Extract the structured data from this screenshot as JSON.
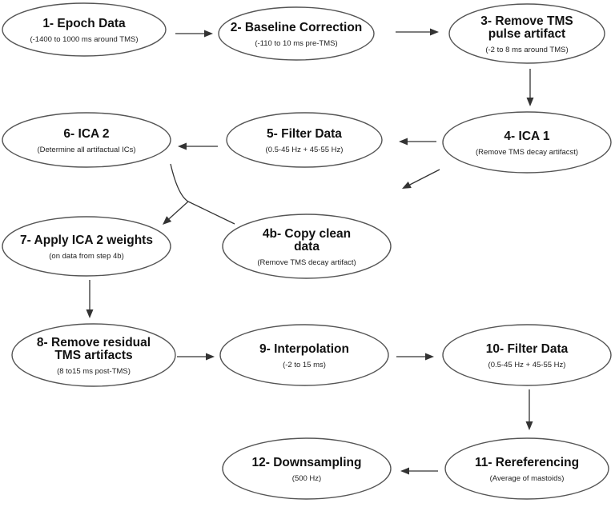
{
  "nodes": [
    {
      "id": "n1",
      "title": [
        "1- Epoch Data"
      ],
      "subtitle": "(-1400 to 1000 ms around TMS)"
    },
    {
      "id": "n2",
      "title": [
        "2- Baseline Correction"
      ],
      "subtitle": "(-110 to 10 ms pre-TMS)"
    },
    {
      "id": "n3",
      "title": [
        "3- Remove TMS",
        "pulse artifact"
      ],
      "subtitle": "(-2 to 8 ms around TMS)"
    },
    {
      "id": "n4",
      "title": [
        "4- ICA 1"
      ],
      "subtitle": "(Remove TMS decay artifacst)"
    },
    {
      "id": "n5",
      "title": [
        "5- Filter Data"
      ],
      "subtitle": "(0.5-45 Hz + 45-55 Hz)"
    },
    {
      "id": "n6",
      "title": [
        "6- ICA 2"
      ],
      "subtitle": "(Determine all artifactual ICs)"
    },
    {
      "id": "n4b",
      "title": [
        "4b- Copy clean",
        "data"
      ],
      "subtitle": "(Remove TMS decay artifact)"
    },
    {
      "id": "n7",
      "title": [
        "7- Apply ICA 2 weights"
      ],
      "subtitle": "(on data from step 4b)"
    },
    {
      "id": "n8",
      "title": [
        "8- Remove residual",
        "TMS artifacts"
      ],
      "subtitle": "(8 to15 ms post-TMS)"
    },
    {
      "id": "n9",
      "title": [
        "9- Interpolation"
      ],
      "subtitle": "(-2 to 15 ms)"
    },
    {
      "id": "n10",
      "title": [
        "10- Filter Data"
      ],
      "subtitle": "(0.5-45 Hz + 45-55 Hz)"
    },
    {
      "id": "n11",
      "title": [
        "11- Rereferencing"
      ],
      "subtitle": "(Average of mastoids)"
    },
    {
      "id": "n12",
      "title": [
        "12- Downsampling"
      ],
      "subtitle": "(500 Hz)"
    }
  ],
  "edges": [
    {
      "from": "n1",
      "to": "n2"
    },
    {
      "from": "n2",
      "to": "n3"
    },
    {
      "from": "n3",
      "to": "n4"
    },
    {
      "from": "n4",
      "to": "n5"
    },
    {
      "from": "n5",
      "to": "n6"
    },
    {
      "from": "n4",
      "to": "n4b"
    },
    {
      "from": "n6",
      "to": "n7",
      "merge_with": "n4b"
    },
    {
      "from": "n7",
      "to": "n8"
    },
    {
      "from": "n8",
      "to": "n9"
    },
    {
      "from": "n9",
      "to": "n10"
    },
    {
      "from": "n10",
      "to": "n11"
    },
    {
      "from": "n11",
      "to": "n12"
    }
  ]
}
